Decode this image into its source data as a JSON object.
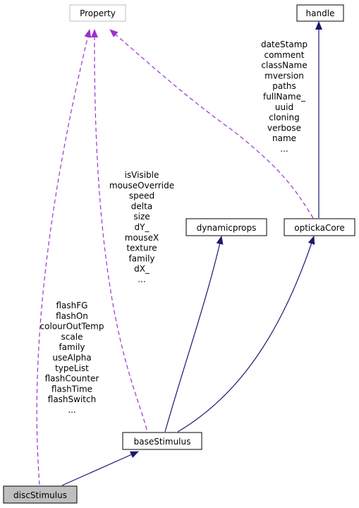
{
  "nodes": {
    "property": "Property",
    "handle": "handle",
    "dynamicprops": "dynamicprops",
    "optickaCore": "optickaCore",
    "baseStimulus": "baseStimulus",
    "discStimulus": "discStimulus"
  },
  "labels": {
    "opticka_to_property": [
      "dateStamp",
      "comment",
      "className",
      "mversion",
      "paths",
      "fullName_",
      "uuid",
      "cloning",
      "verbose",
      "name",
      "..."
    ],
    "base_to_property": [
      "isVisible",
      "mouseOverride",
      "speed",
      "delta",
      "size",
      "dY_",
      "mouseX",
      "texture",
      "family",
      "dX_",
      "..."
    ],
    "disc_to_property": [
      "flashFG",
      "flashOn",
      "colourOutTemp",
      "scale",
      "family",
      "useAlpha",
      "typeList",
      "flashCounter",
      "flashTime",
      "flashSwitch",
      "..."
    ]
  },
  "colors": {
    "inheritance": "#191970",
    "usage": "#9a32cd",
    "property_border": "#bfbfbf",
    "focus_fill": "#bfbfbf"
  }
}
